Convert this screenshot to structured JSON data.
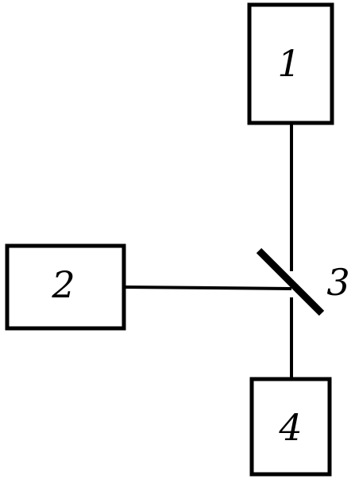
{
  "diagram": {
    "nodes": [
      {
        "id": "1",
        "label": "1"
      },
      {
        "id": "2",
        "label": "2"
      },
      {
        "id": "3",
        "label": "3"
      },
      {
        "id": "4",
        "label": "4"
      }
    ],
    "connections": [
      {
        "from": "1",
        "to": "3"
      },
      {
        "from": "2",
        "to": "3"
      },
      {
        "from": "3",
        "to": "4"
      }
    ],
    "colors": {
      "stroke": "#000000",
      "background": "#ffffff"
    }
  }
}
